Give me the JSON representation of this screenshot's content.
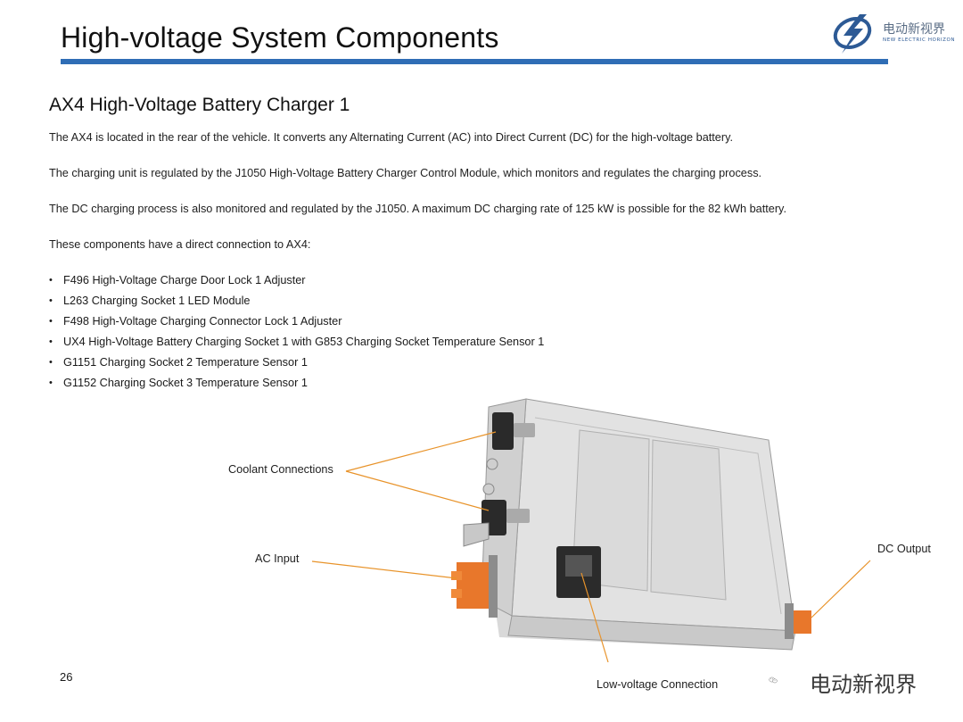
{
  "header": {
    "title": "High-voltage System Components",
    "logo_cn": "电动新视界",
    "logo_en": "NEW ELECTRIC HORIZON",
    "rule_color": "#2f6db5"
  },
  "section": {
    "title": "AX4 High-Voltage Battery Charger 1"
  },
  "paragraphs": [
    "The AX4 is located in the rear of the vehicle.  It converts any Alternating Current (AC) into Direct Current (DC) for the high-voltage battery.",
    "The charging unit is regulated by the J1050 High-Voltage Battery Charger Control Module, which monitors and regulates the charging process.",
    "The DC charging process is also monitored and regulated by the J1050.  A maximum DC charging rate of 125 kW is possible for the 82 kWh battery.",
    "These components have a direct connection to AX4:"
  ],
  "components": [
    "F496 High-Voltage Charge Door Lock 1 Adjuster",
    "L263 Charging Socket 1 LED Module",
    "F498 High-Voltage Charging Connector Lock 1 Adjuster",
    "UX4 High-Voltage Battery Charging Socket 1 with G853 Charging Socket Temperature Sensor 1",
    "G1151 Charging Socket 2 Temperature Sensor 1",
    "G1152 Charging Socket 3 Temperature Sensor 1"
  ],
  "callouts": {
    "coolant": "Coolant Connections",
    "ac_input": "AC Input",
    "dc_output": "DC Output",
    "low_voltage": "Low-voltage Connection",
    "leader_color": "#e8932a"
  },
  "page_number": "26",
  "watermark": "电动新视界"
}
